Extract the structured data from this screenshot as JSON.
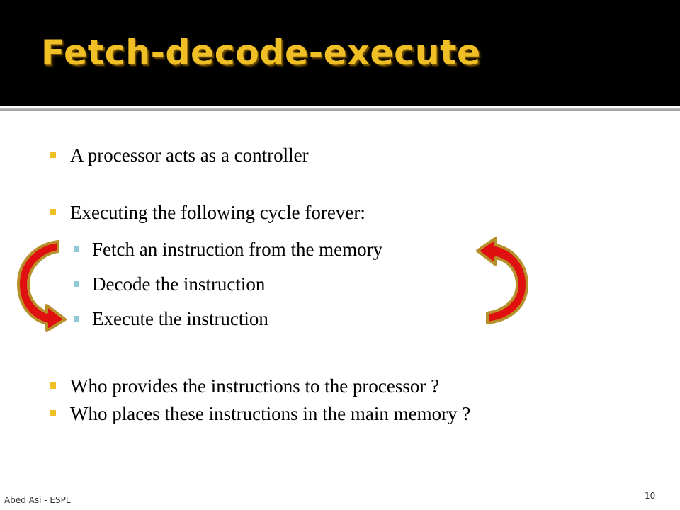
{
  "slide": {
    "title": "Fetch-decode-execute",
    "bullets": [
      "A processor acts as a controller",
      "Executing the following cycle forever:",
      "Fetch an instruction from the memory",
      "Decode the instruction",
      "Execute the instruction",
      "Who provides the instructions to the processor ?",
      "Who places these instructions in the main memory ?"
    ],
    "footer": "Abed Asi - ESPL",
    "page_number": "10"
  },
  "colors": {
    "header_bg": "#000000",
    "title": "#f0bf25",
    "level1_marker": "#f0bf25",
    "level2_marker": "#8fc8d6",
    "arrow_fill": "#e01010",
    "arrow_outline": "#b8902a"
  },
  "icons": [
    "curved-arrow-left-icon",
    "curved-arrow-right-icon"
  ]
}
